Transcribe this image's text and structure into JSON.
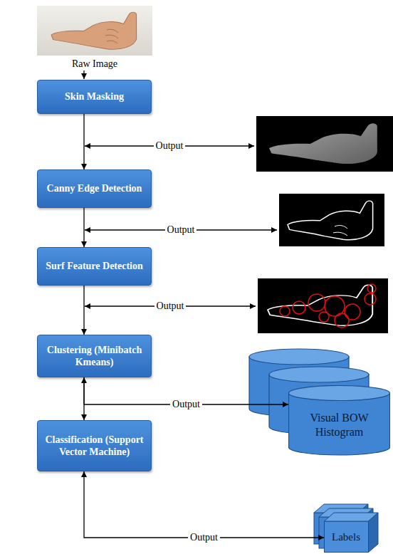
{
  "diagram": {
    "nodes": [
      {
        "text": [
          "Skin Masking"
        ]
      },
      {
        "text": [
          "Canny Edge Detection"
        ]
      },
      {
        "text": [
          "Surf Feature Detection"
        ]
      },
      {
        "text": [
          "Clustering (Minibatch Kmeans)"
        ]
      },
      {
        "text": [
          "Visual BOW Histogram"
        ]
      },
      {
        "text": [
          "Classification (Support Vector Machine)"
        ]
      },
      {
        "text": [
          "Labels"
        ]
      }
    ],
    "edges": [
      {
        "from": 0,
        "to": 1,
        "arrow": "to"
      },
      {
        "from": 1,
        "to": 2,
        "arrow": "to"
      },
      {
        "from": 2,
        "to": 3,
        "arrow": "to"
      },
      {
        "from": 3,
        "to": 4,
        "label": "Output",
        "arrow": "both"
      },
      {
        "from": 3,
        "to": 5,
        "arrow": "to"
      },
      {
        "from": 5,
        "to": 6,
        "label": "Output",
        "arrow": "both"
      }
    ],
    "labels": [
      "Raw Image",
      "Output",
      "Output",
      "Output"
    ]
  }
}
